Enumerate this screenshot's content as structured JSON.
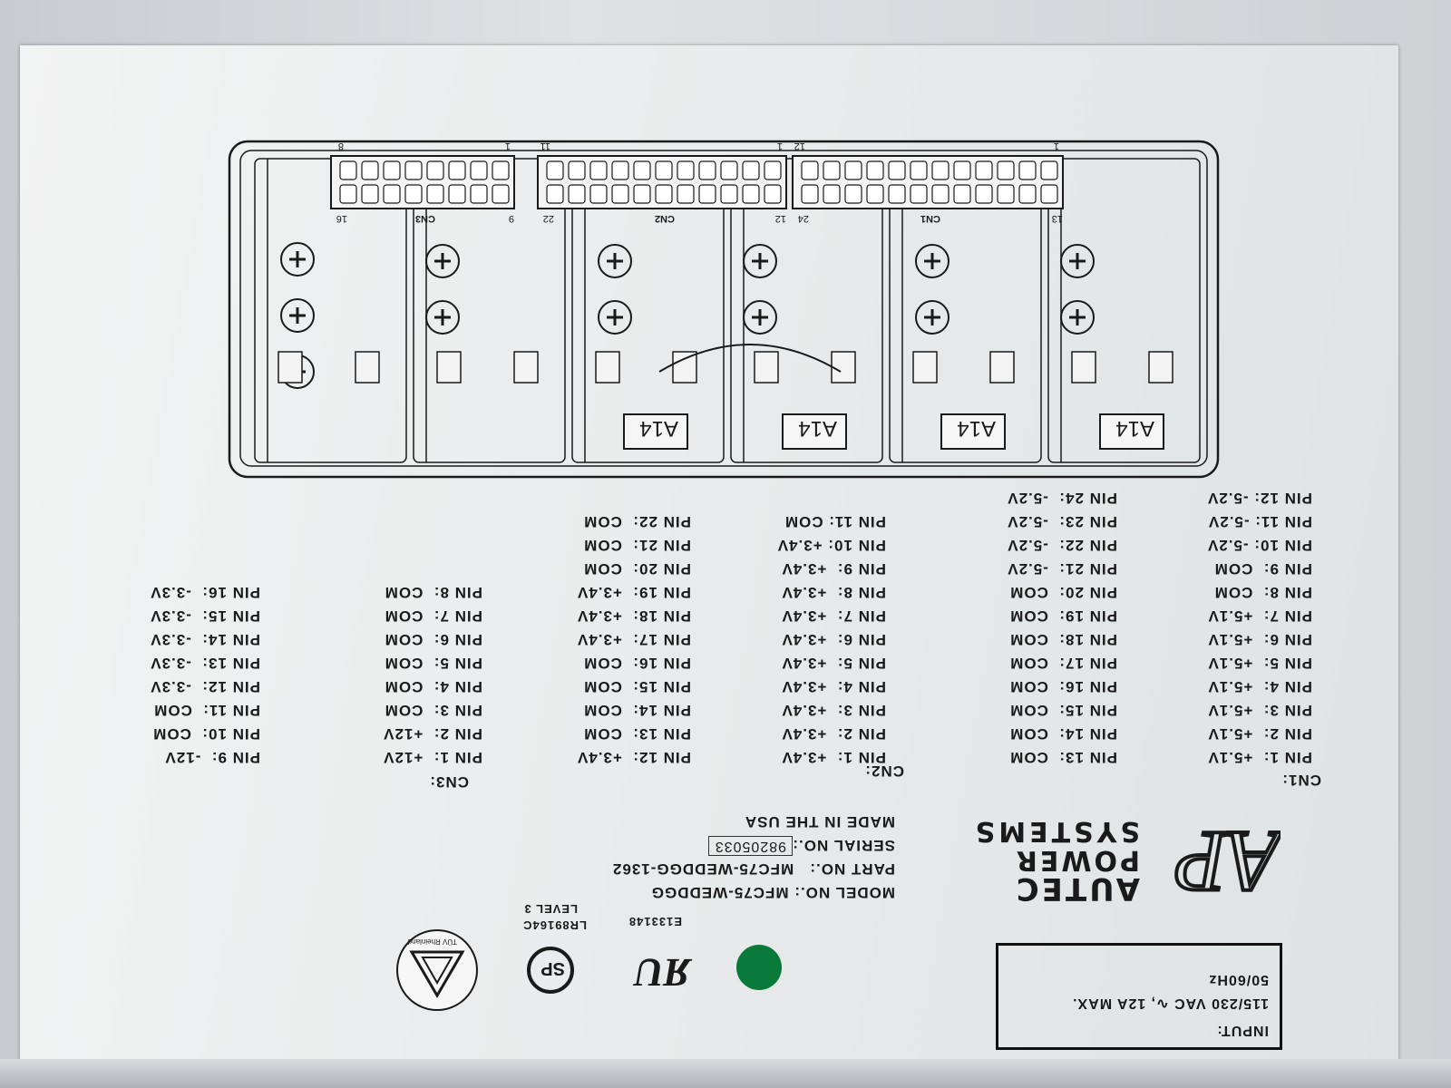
{
  "input_box": {
    "line1": "INPUT:",
    "line2": "115/230 VAC ∿, 12A MAX.",
    "line3": "50/60Hz"
  },
  "certs": {
    "ul_number": "E133148",
    "csa_number": "LR89164C",
    "csa_level": "LEVEL 3",
    "tuv_text": "TÜV Rheinland"
  },
  "brand": {
    "line1": "AUTEC",
    "line2": "POWER",
    "line3": "SYSTEMS",
    "logo_text": "AP"
  },
  "product": {
    "model": "MODEL NO.: MFC75-WEDDGG",
    "part": "PART NO.:   MFC75-WEDDGG-1362",
    "serial_label": "SERIAL NO.:",
    "serial_value": "98205033",
    "origin": "MADE IN THE USA"
  },
  "cn1": {
    "title": "CN1:",
    "col1": [
      "PIN 1:  +5.1V",
      "PIN 2:  +5.1V",
      "PIN 3:  +5.1V",
      "PIN 4:  +5.1V",
      "PIN 5:  +5.1V",
      "PIN 6:  +5.1V",
      "PIN 7:  +5.1V",
      "PIN 8:  COM",
      "PIN 9:  COM",
      "PIN 10: -5.2V",
      "PIN 11: -5.2V",
      "PIN 12: -5.2V"
    ],
    "col2": [
      "PIN 13:  COM",
      "PIN 14:  COM",
      "PIN 15:  COM",
      "PIN 16:  COM",
      "PIN 17:  COM",
      "PIN 18:  COM",
      "PIN 19:  COM",
      "PIN 20:  COM",
      "PIN 21:  -5.2V",
      "PIN 22:  -5.2V",
      "PIN 23:  -5.2V",
      "PIN 24:  -5.2V"
    ]
  },
  "cn2": {
    "title": "CN2:",
    "col1": [
      "PIN 1:  +3.4V",
      "PIN 2:  +3.4V",
      "PIN 3:  +3.4V",
      "PIN 4:  +3.4V",
      "PIN 5:  +3.4V",
      "PIN 6:  +3.4V",
      "PIN 7:  +3.4V",
      "PIN 8:  +3.4V",
      "PIN 9:  +3.4V",
      "PIN 10: +3.4V",
      "PIN 11: COM"
    ],
    "col2": [
      "PIN 12:  +3.4V",
      "PIN 13:  COM",
      "PIN 14:  COM",
      "PIN 15:  COM",
      "PIN 16:  COM",
      "PIN 17:  +3.4V",
      "PIN 18:  +3.4V",
      "PIN 19:  +3.4V",
      "PIN 20:  COM",
      "PIN 21:  COM",
      "PIN 22:  COM"
    ]
  },
  "cn3": {
    "title": "CN3:",
    "col1": [
      "PIN 1:  +12V",
      "PIN 2:  +12V",
      "PIN 3:  COM",
      "PIN 4:  COM",
      "PIN 5:  COM",
      "PIN 6:  COM",
      "PIN 7:  COM",
      "PIN 8:  COM"
    ],
    "col2": [
      "PIN 9:  -12V",
      "PIN 10:  COM",
      "PIN 11:  COM",
      "PIN 12:  -3.3V",
      "PIN 13:  -3.3V",
      "PIN 14:  -3.3V",
      "PIN 15:  -3.3V",
      "PIN 16:  -3.3V"
    ]
  },
  "diagram": {
    "connector_labels": [
      "CN1",
      "CN2",
      "CN3"
    ],
    "cn1_pins": {
      "top_left": "12",
      "top_right": "1",
      "bottom_left": "24",
      "bottom_right": "13"
    },
    "cn2_pins": {
      "top_left": "11",
      "top_right": "1",
      "bottom_left": "22",
      "bottom_right": "12"
    },
    "cn3_pins": {
      "top_left": "8",
      "top_right": "1",
      "bottom_left": "16",
      "bottom_right": "9"
    },
    "module_label": "A14"
  },
  "colors": {
    "label_bg": "#eceeef",
    "ink": "#1a1a1a",
    "green_dot": "#0a7a3a"
  }
}
